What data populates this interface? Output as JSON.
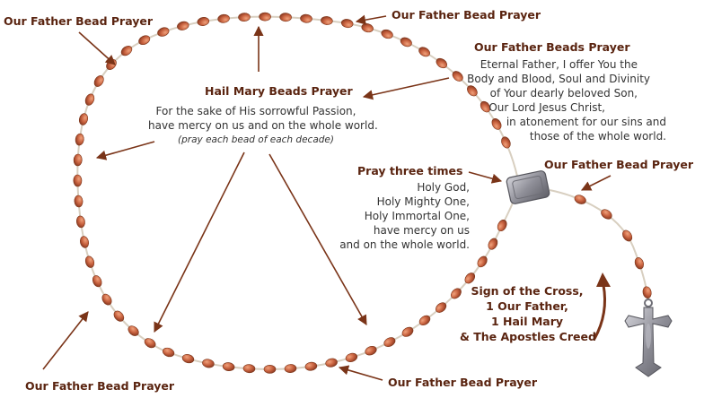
{
  "labels": {
    "of_top_left": "Our Father Bead Prayer",
    "of_top_center": "Our Father Bead Prayer",
    "of_right_upper": "Our Father Beads Prayer",
    "of_right_mid": "Our Father Bead Prayer",
    "of_bottom_left": "Our Father Bead Prayer",
    "of_bottom_center": "Our Father Bead Prayer",
    "hail_mary": "Hail Mary Beads Prayer",
    "pray_three": "Pray three times"
  },
  "prayers": {
    "eternal_father": [
      "Eternal Father, I offer You the",
      "Body and Blood, Soul and Divinity",
      "of Your dearly beloved Son,",
      "Our Lord Jesus Christ,",
      "in atonement for our sins and",
      "those of the whole world."
    ],
    "hail_mary_text": [
      "For the sake of His sorrowful Passion,",
      "have mercy on us and on the whole world."
    ],
    "hail_mary_note": "(pray each bead of each decade)",
    "holy_god": [
      "Holy God,",
      "Holy Mighty One,",
      "Holy Immortal One,",
      "have mercy on us",
      "and on the whole world."
    ],
    "sign_of_cross": [
      "Sign of the Cross,",
      "1 Our Father,",
      "1 Hail Mary",
      "& The Apostles Creed"
    ]
  },
  "colors": {
    "bead": "#c8623f",
    "bead_shadow": "#8a3a22",
    "label": "#5a2410",
    "arrow": "#7a3418",
    "cord": "#d8cfc0",
    "crucifix": "#8f8f98"
  }
}
